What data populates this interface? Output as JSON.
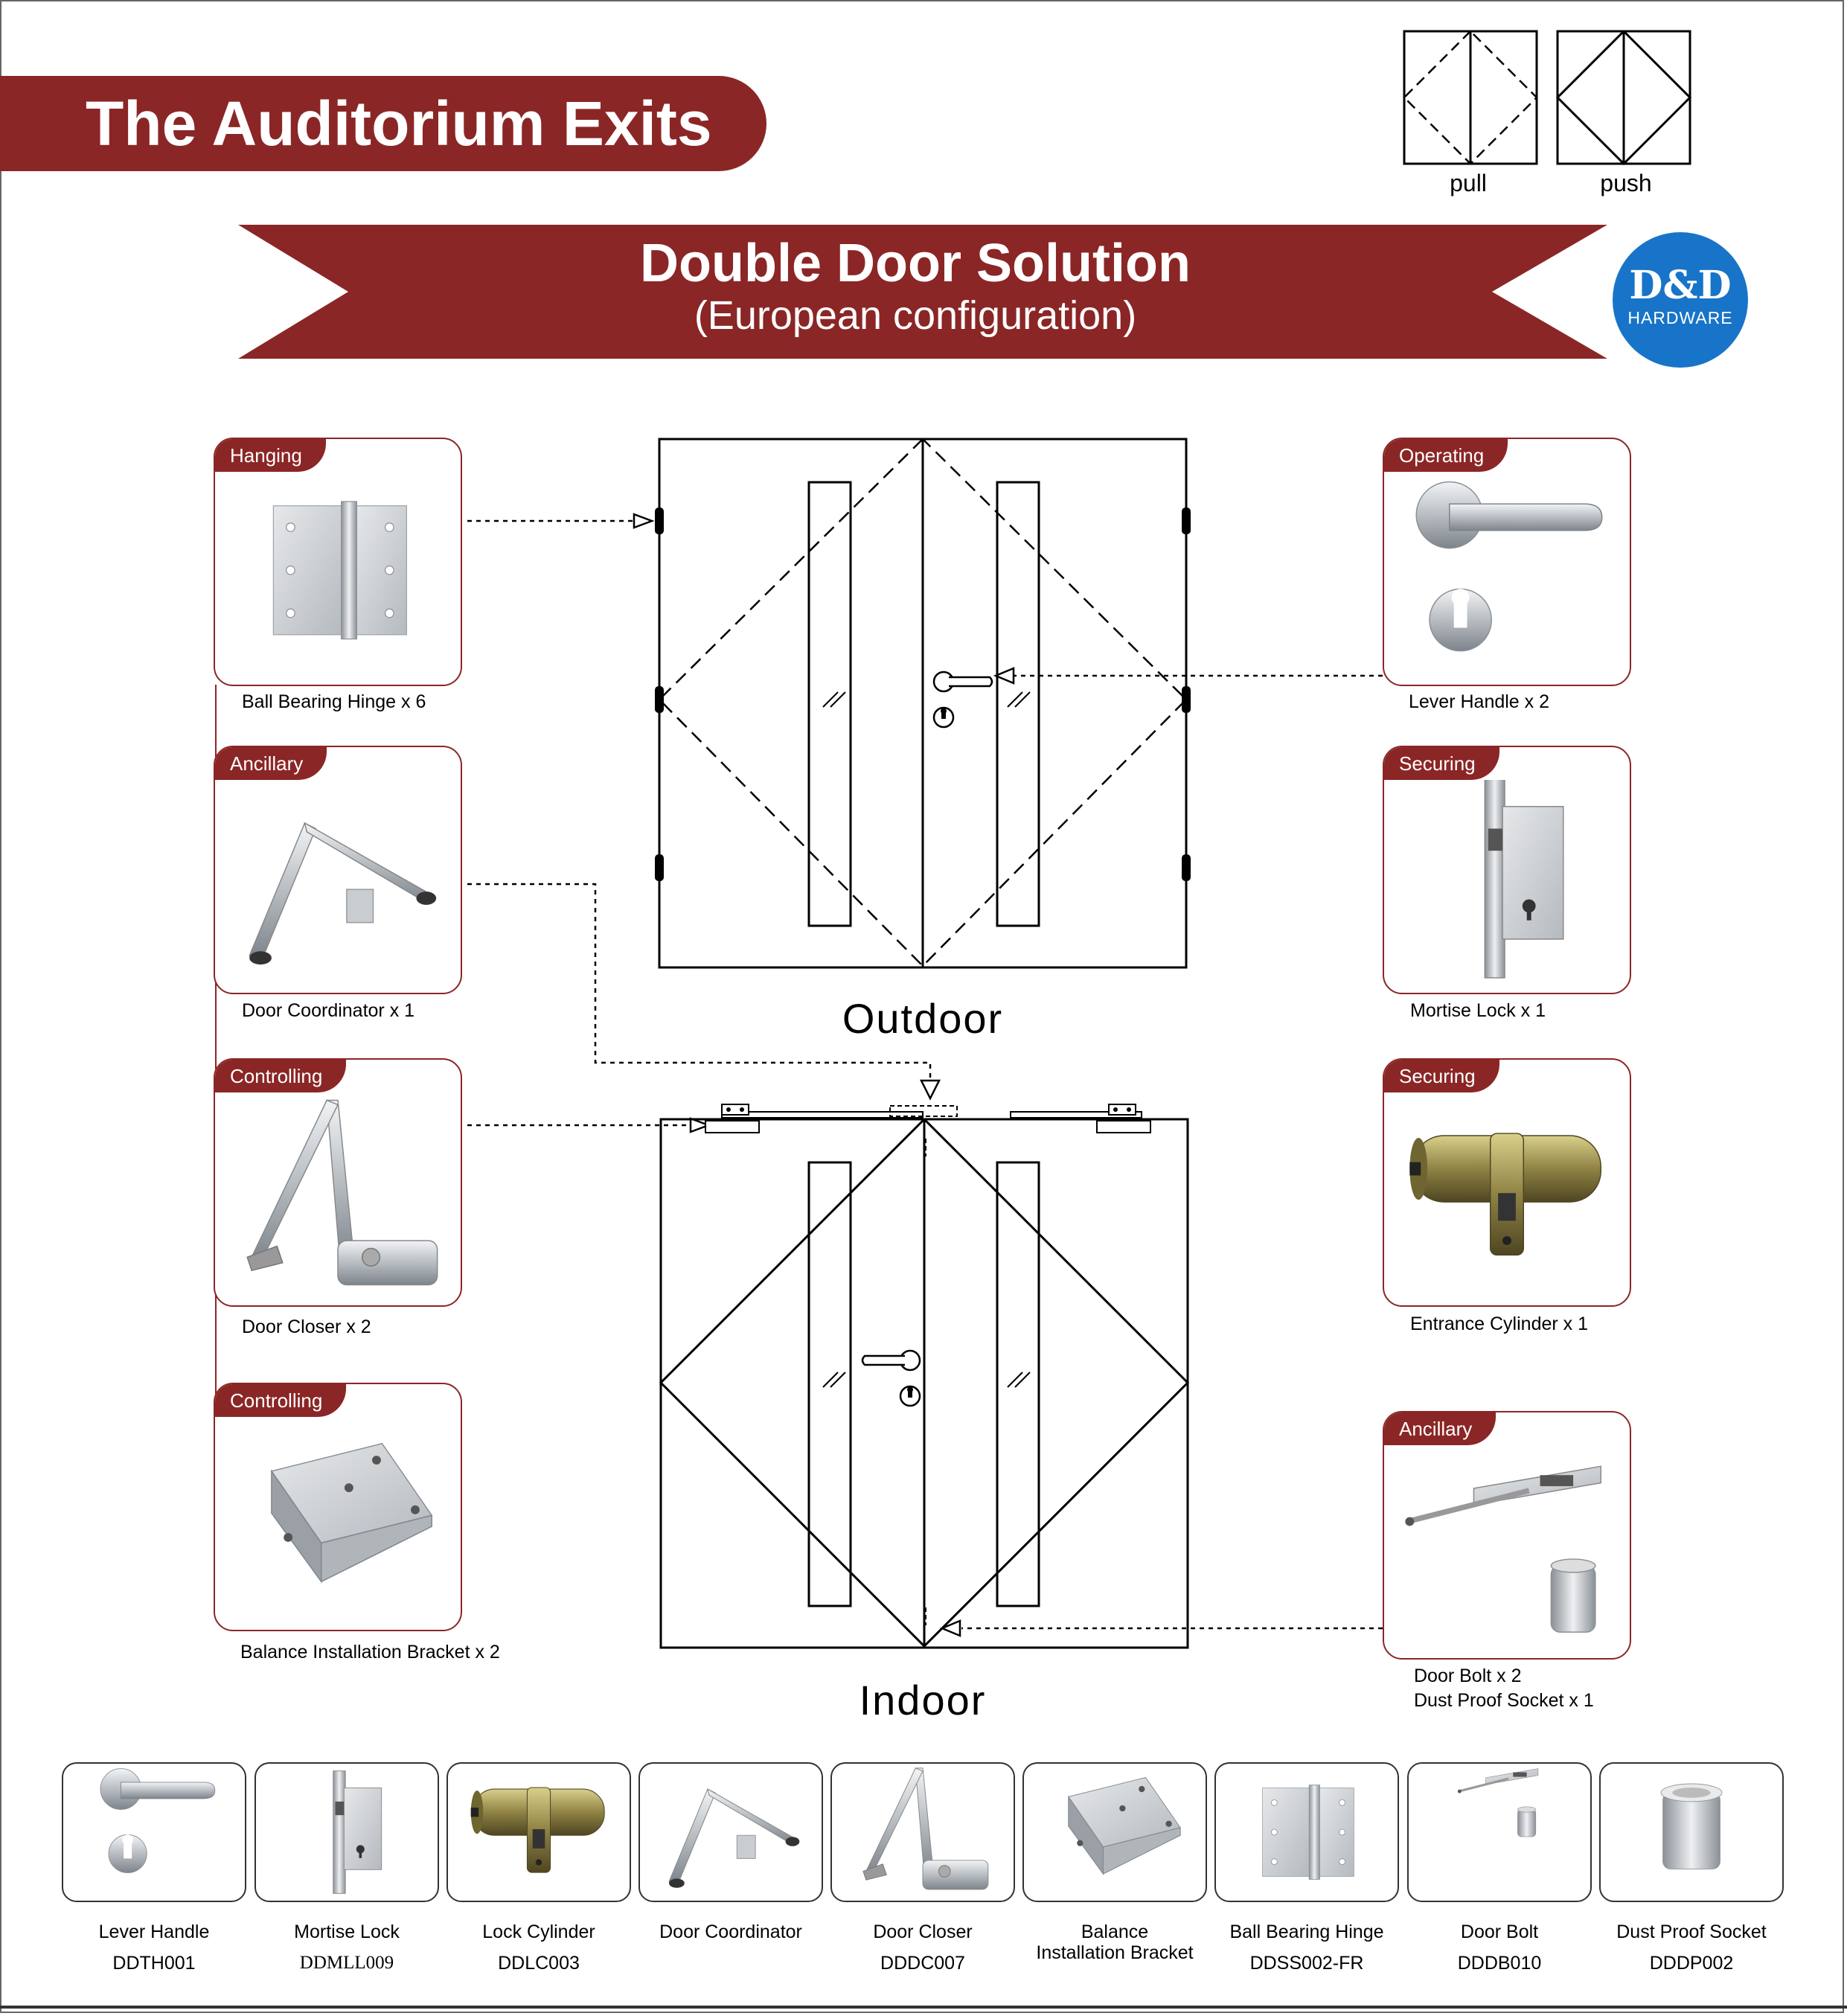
{
  "header": {
    "title": "The Auditorium Exits"
  },
  "swing_legend": {
    "pull_label": "pull",
    "push_label": "push"
  },
  "ribbon": {
    "title": "Double Door Solution",
    "subtitle": "(European configuration)"
  },
  "logo": {
    "line1": "D&D",
    "line2": "HARDWARE"
  },
  "colors": {
    "brand_red": "#8b2626",
    "logo_blue": "#1874c8"
  },
  "cards": {
    "hinge": {
      "category": "Hanging",
      "caption": "Ball Bearing Hinge x 6",
      "icon": "ball-bearing-hinge-icon"
    },
    "coordinator": {
      "category": "Ancillary",
      "caption": "Door Coordinator x 1",
      "icon": "door-coordinator-icon"
    },
    "closer": {
      "category": "Controlling",
      "caption": "Door Closer x 2",
      "icon": "door-closer-icon"
    },
    "bracket": {
      "category": "Controlling",
      "caption": "Balance Installation Bracket x 2",
      "icon": "bracket-icon"
    },
    "lever": {
      "category": "Operating",
      "caption": "Lever Handle x 2",
      "icon": "lever-handle-icon"
    },
    "mortise": {
      "category": "Securing",
      "caption": "Mortise Lock x 1",
      "icon": "mortise-lock-icon"
    },
    "cylinder": {
      "category": "Securing",
      "caption": "Entrance Cylinder x 1",
      "icon": "cylinder-icon"
    },
    "bolt": {
      "category": "Ancillary",
      "caption_line1": "Door Bolt x 2",
      "caption_line2": "Dust Proof Socket x 1",
      "icon": "door-bolt-icon"
    }
  },
  "diagrams": {
    "outdoor_label": "Outdoor",
    "indoor_label": "Indoor"
  },
  "products": [
    {
      "name": "Lever Handle",
      "code": "DDTH001"
    },
    {
      "name": "Mortise Lock",
      "code": "DDMLL009"
    },
    {
      "name": "Lock Cylinder",
      "code": "DDLC003"
    },
    {
      "name": "Door Coordinator",
      "code": ""
    },
    {
      "name": "Door Closer",
      "code": "DDDC007"
    },
    {
      "name_line1": "Balance",
      "name_line2": "Installation Bracket",
      "code": ""
    },
    {
      "name": "Ball Bearing Hinge",
      "code": "DDSS002-FR"
    },
    {
      "name": "Door Bolt",
      "code": "DDDB010"
    },
    {
      "name": "Dust Proof Socket",
      "code": "DDDP002"
    }
  ]
}
